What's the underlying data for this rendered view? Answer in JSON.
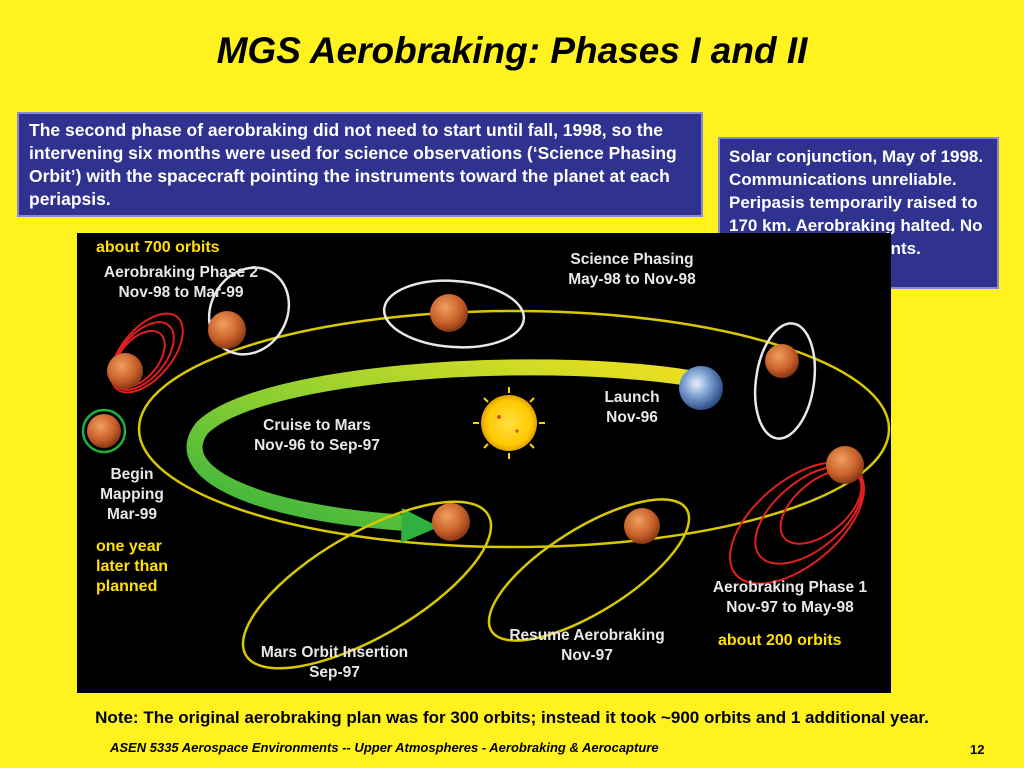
{
  "title": "MGS Aerobraking: Phases I and II",
  "box_left": "The second phase of aerobraking did not need to start until fall, 1998, so the intervening six months were used for science observations (‘Science Phasing Orbit’) with the spacecraft pointing the instruments toward the planet at each periapsis.",
  "box_right": "Solar conjunction, May of 1998. Communications unreliable.  Peripasis temporarily raised to 170 km.   Aerobraking halted.  No science measurements.",
  "diagram": {
    "about_700": "about 700 orbits",
    "phase2_line1": "Aerobraking Phase 2",
    "phase2_line2": "Nov-98 to Mar-99",
    "science_line1": "Science Phasing",
    "science_line2": "May-98 to Nov-98",
    "launch_line1": "Launch",
    "launch_line2": "Nov-96",
    "cruise_line1": "Cruise to Mars",
    "cruise_line2": "Nov-96 to Sep-97",
    "mapping_line1": "Begin",
    "mapping_line2": "Mapping",
    "mapping_line3": "Mar-99",
    "one_year_1": "one year",
    "one_year_2": "later than",
    "one_year_3": "planned",
    "moi_line1": "Mars Orbit Insertion",
    "moi_line2": "Sep-97",
    "resume_line1": "Resume Aerobraking",
    "resume_line2": "Nov-97",
    "phase1_line1": "Aerobraking Phase 1",
    "phase1_line2": "Nov-97 to May-98",
    "about_200": "about 200 orbits"
  },
  "note": "Note: The original aerobraking plan was for 300 orbits; instead it took ~900 orbits and 1 additional year.",
  "footer": "ASEN 5335 Aerospace Environments -- Upper Atmospheres - Aerobraking & Aerocapture",
  "page_number": "12",
  "colors": {
    "background": "#fff21e",
    "box": "#303290",
    "orbit_yellow": "#d8c800",
    "orbit_red": "#e02020",
    "orbit_white": "#e8e8e8",
    "orbit_green": "#20b040",
    "cruise_arrow": "#40c040",
    "mars": "#c8602a",
    "sun": "#ffd800",
    "earth": "#6a8fc0"
  }
}
